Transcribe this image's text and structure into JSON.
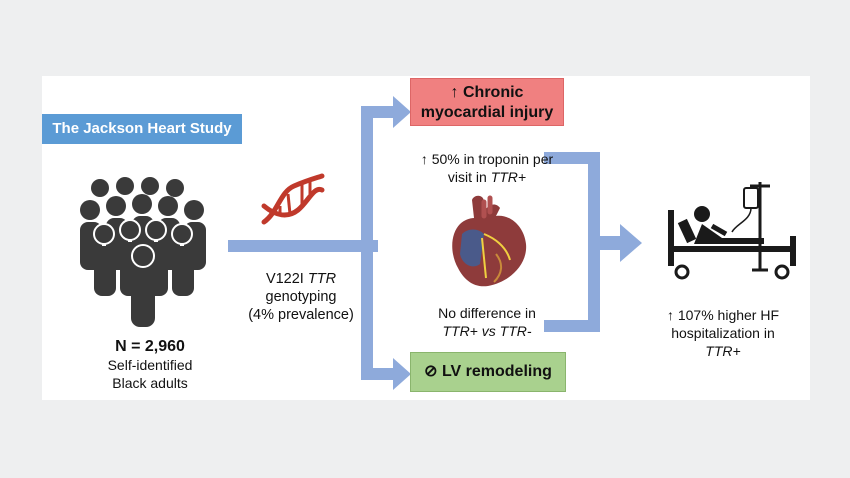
{
  "study_label": "The Jackson Heart Study",
  "cohort": {
    "count": "N = 2,960",
    "line1": "Self-identified",
    "line2": "Black adults"
  },
  "genotyping": {
    "line1_prefix": "V122I ",
    "line1_italic": "TTR",
    "line2": "genotyping",
    "line3": "(4% prevalence)"
  },
  "top_outcome": {
    "line1": "↑ Chronic",
    "line2": "myocardial injury"
  },
  "troponin": {
    "line1": "↑ 50% in troponin per",
    "line2_prefix": "visit in ",
    "line2_italic": "TTR+"
  },
  "no_difference": {
    "line1": "No difference in",
    "line2_a": "TTR+",
    "line2_b": " vs ",
    "line2_c": "TTR-"
  },
  "bottom_outcome": {
    "icon": "⊘",
    "label": "LV remodeling"
  },
  "hf": {
    "line1": "↑ 107% higher HF",
    "line2": "hospitalization in",
    "line3": "TTR+"
  },
  "colors": {
    "accent_blue": "#5b9bd5",
    "arrow_blue": "#8eaadb",
    "red_box": "#f08080",
    "green_box": "#a9d18e",
    "dna_red": "#c0392b"
  }
}
